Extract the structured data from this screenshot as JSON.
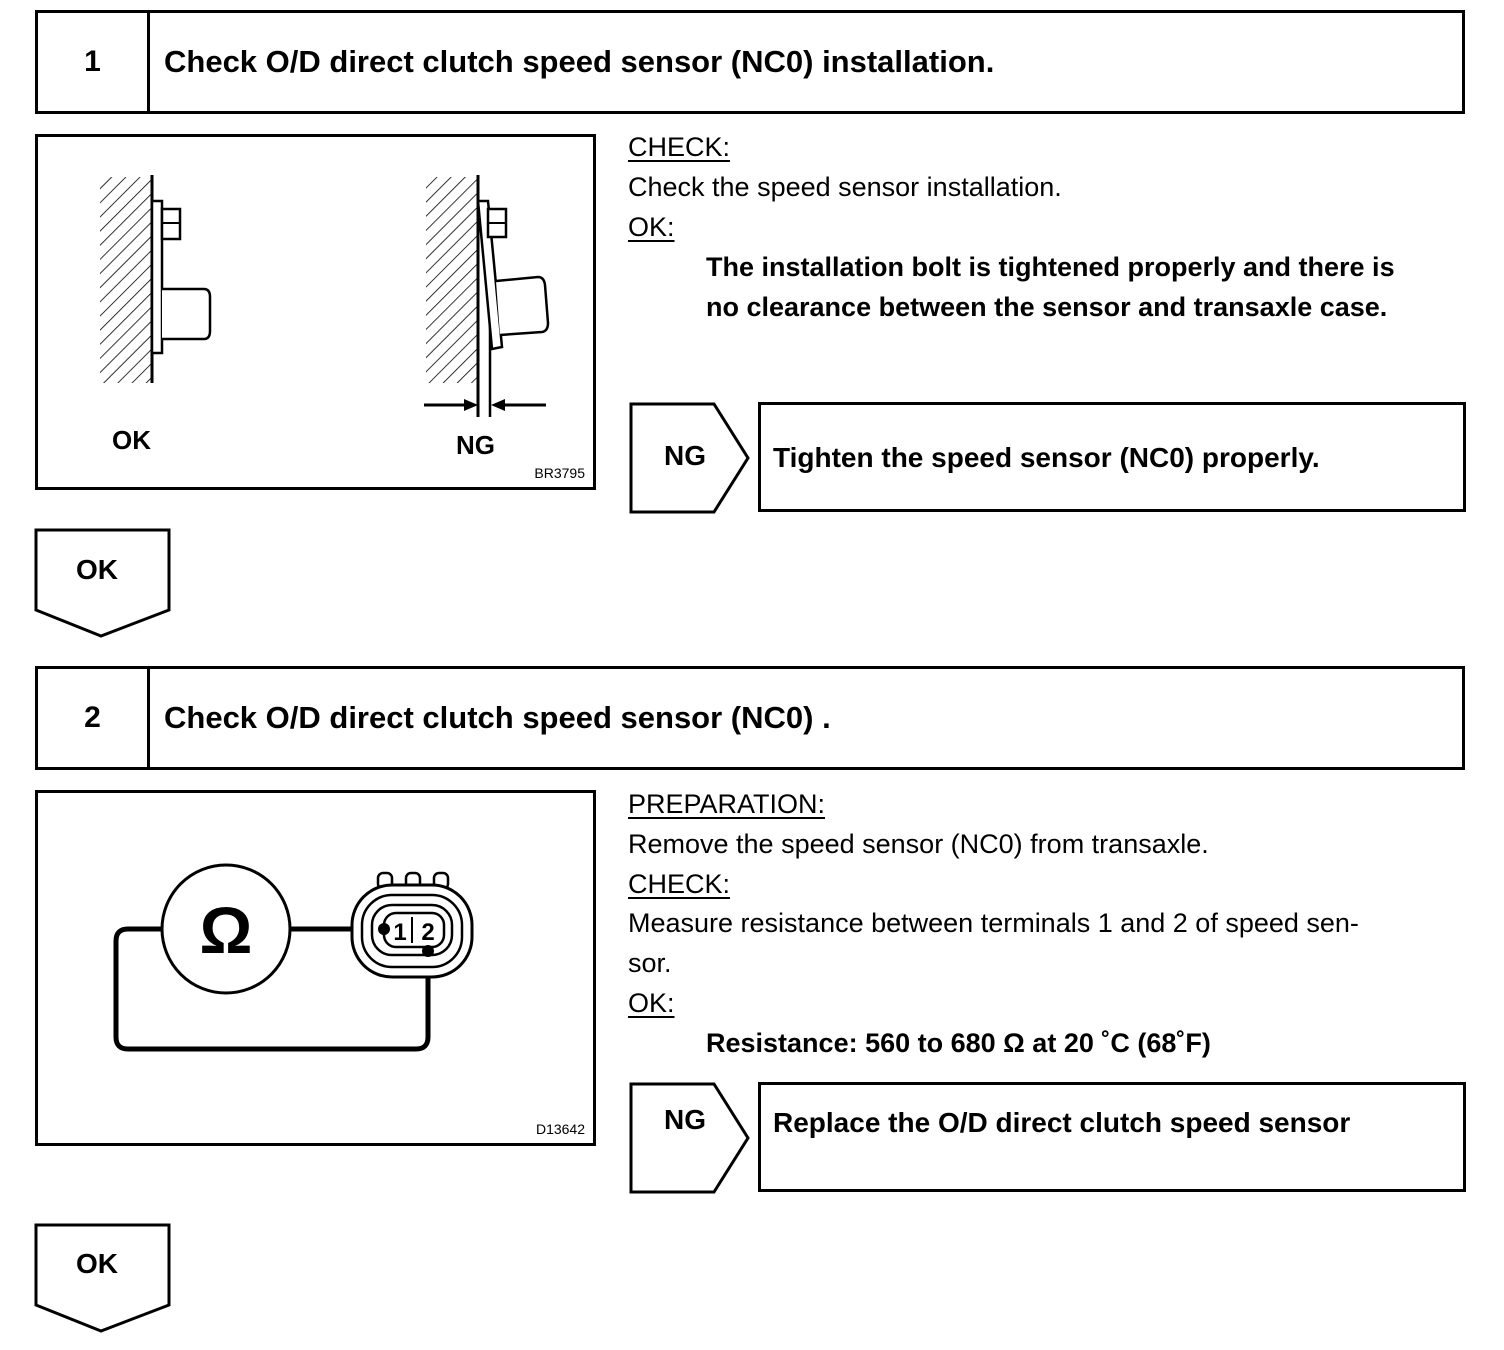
{
  "step1": {
    "number": "1",
    "title": "Check O/D direct clutch speed sensor (NC0) installation.",
    "figure": {
      "ok_label": "OK",
      "ng_label": "NG",
      "code": "BR3795"
    },
    "check_label": "CHECK:",
    "check_text": "Check the speed sensor installation.",
    "ok_label": "OK:",
    "ok_spec_line1": "The installation bolt is tightened properly and there is",
    "ok_spec_line2": "no clearance between the sensor and transaxle case.",
    "ng_tag": "NG",
    "ng_action": "Tighten the speed sensor (NC0) properly.",
    "next_tag": "OK"
  },
  "step2": {
    "number": "2",
    "title": "Check O/D direct clutch speed sensor (NC0) .",
    "figure": {
      "ohm_symbol": "Ω",
      "terminal1": "1",
      "terminal2": "2",
      "code": "D13642"
    },
    "prep_label": "PREPARATION:",
    "prep_text": "Remove the speed sensor (NC0) from transaxle.",
    "check_label": "CHECK:",
    "check_line1": "Measure resistance between terminals 1 and 2 of speed sen-",
    "check_line2": "sor.",
    "ok_label": "OK:",
    "ok_spec": "Resistance: 560 to 680 Ω at 20 ˚C (68˚F)",
    "ng_tag": "NG",
    "ng_action": "Replace the O/D direct clutch speed sensor",
    "next_tag": "OK"
  }
}
